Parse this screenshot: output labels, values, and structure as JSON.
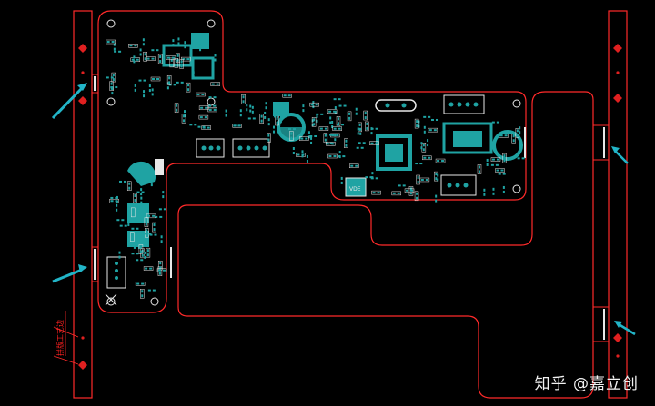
{
  "watermark": "知乎 @嘉立创",
  "rail_label": "拼版工艺边",
  "ic_label": "VDE",
  "colors": {
    "background": "#000000",
    "outline": "#ff2a2a",
    "copper": "#1fa3a3",
    "silkscreen": "#e8e8e8",
    "arrow": "#22b5c8",
    "fiducial": "#e02020"
  }
}
